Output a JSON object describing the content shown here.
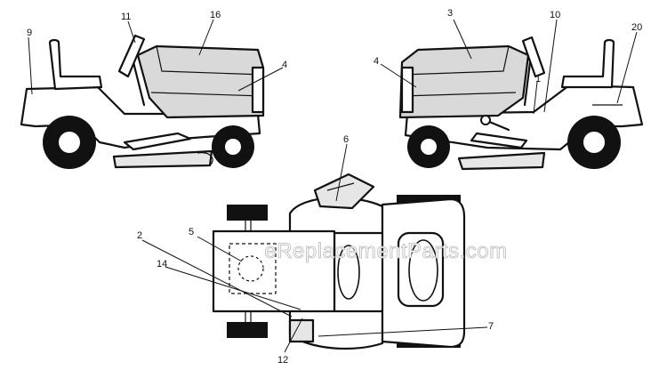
{
  "watermark": {
    "text": "eReplacementParts.com"
  },
  "colors": {
    "ink": "#111111",
    "body_fill": "#d9d9d9",
    "light_fill": "#eeeeee",
    "tire": "#111111"
  },
  "callouts": {
    "c1": "1",
    "c2": "2",
    "c3": "3",
    "c4a": "4",
    "c4b": "4",
    "c5": "5",
    "c6": "6",
    "c7": "7",
    "c9": "9",
    "c10": "10",
    "c11": "11",
    "c12": "12",
    "c14": "14",
    "c16": "16",
    "c20": "20"
  }
}
